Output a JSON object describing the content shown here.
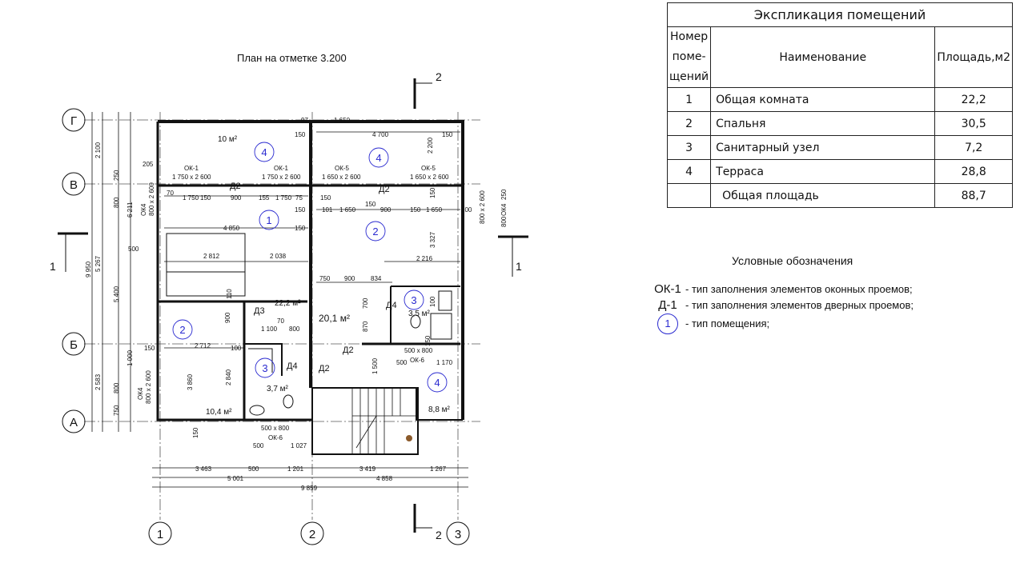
{
  "plan": {
    "title": "План на отметке 3.200",
    "axes": {
      "g": "Г",
      "v": "В",
      "b": "Б",
      "a": "А",
      "1": "1",
      "2": "2",
      "3": "3"
    },
    "sections": {
      "top": "2",
      "bottom": "2",
      "left": "1",
      "right": "1"
    },
    "rooms": {
      "r1": "1",
      "r2a": "2",
      "r2b": "2",
      "r3a": "3",
      "r3b": "3",
      "r4a": "4",
      "r4b": "4",
      "r4c": "4"
    },
    "areas": {
      "a1": "10 м²",
      "a2": "22,2 м²",
      "a3": "20,1 м²",
      "a4": "3,5 м²",
      "a5": "3,7 м²",
      "a6": "10,4 м²",
      "a7": "8,8 м²"
    },
    "openings": [
      "ОК-1",
      "1 750 x 2 600",
      "ОК-1",
      "1 750 x 2 600",
      "ОК-5",
      "1 650 x 2 600",
      "ОК-5",
      "1 650 x 2 600",
      "Д2",
      "Д2",
      "Д3",
      "Д4",
      "Д4",
      "Д2",
      "Д2",
      "ОК-6",
      "500 x 800",
      "ОК-6",
      "500 x 800",
      "ОК4",
      "800 x 2 600",
      "ОК4",
      "800 x 2 600",
      "ОК4",
      "800 x 2 600"
    ],
    "dims": [
      "97",
      "1 650",
      "150",
      "4 700",
      "150",
      "2 200",
      "205",
      "70",
      "1 750",
      "150",
      "900",
      "155",
      "1 750",
      "75",
      "150",
      "150",
      "101",
      "1 650",
      "150",
      "900",
      "150",
      "1 650",
      "100",
      "150",
      "4 850",
      "150",
      "3 327",
      "500",
      "2 812",
      "2 038",
      "2 216",
      "750",
      "900",
      "834",
      "110",
      "100",
      "700",
      "870",
      "1 100",
      "70",
      "800",
      "150",
      "2 712",
      "100",
      "900",
      "3 860",
      "2 840",
      "1 500",
      "500",
      "1 170",
      "150",
      "500",
      "1 027",
      "150",
      "3 463",
      "500",
      "1 201",
      "3 419",
      "1 267",
      "5 001",
      "4 858",
      "9 859",
      "2 100",
      "250",
      "800",
      "6 211",
      "5 400",
      "5 267",
      "9 950",
      "1 000",
      "2 583",
      "800",
      "750",
      "250",
      "800"
    ]
  },
  "explication": {
    "title": "Экспликация помещений",
    "headers": {
      "num": "Номер поме-щений",
      "name": "Наименование",
      "area": "Площадь,м2"
    },
    "rows": [
      {
        "num": "1",
        "name": "Общая комната",
        "area": "22,2"
      },
      {
        "num": "2",
        "name": "Спальня",
        "area": "30,5"
      },
      {
        "num": "3",
        "name": "Санитарный узел",
        "area": "7,2"
      },
      {
        "num": "4",
        "name": "Терраса",
        "area": "28,8"
      }
    ],
    "total": {
      "name": "Общая площадь",
      "area": "88,7"
    }
  },
  "legend": {
    "title": "Условные обозначения",
    "items": [
      {
        "key": "ОК-1",
        "text": "- тип заполнения элементов оконных проемов;"
      },
      {
        "key": "Д-1",
        "text": "- тип заполнения элементов дверных проемов;"
      },
      {
        "key": "1",
        "text": "- тип помещения;"
      }
    ]
  },
  "colors": {
    "line": "#111111",
    "room_marker": "#2a2ad0",
    "accent": "#8b5a2b"
  }
}
